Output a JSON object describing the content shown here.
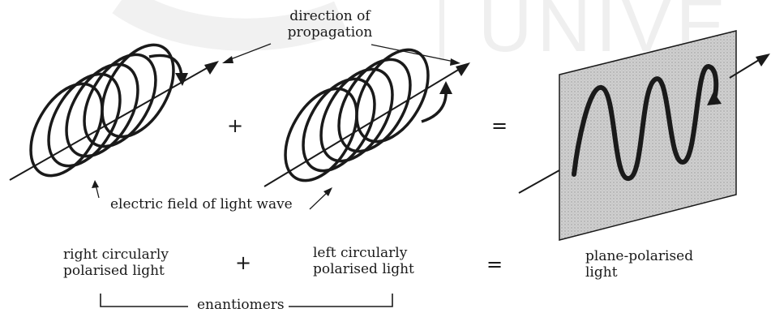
{
  "figure": {
    "watermark_text": "UNIVE",
    "top_label_line1": "direction of",
    "top_label_line2": "propagation",
    "electric_field_label": "electric field of light wave",
    "operators": {
      "plus_top": "+",
      "equals_top": "=",
      "plus_bottom": "+",
      "equals_bottom": "="
    },
    "right_label_line1": "right circularly",
    "right_label_line2": "polarised light",
    "left_label_line1": "left circularly",
    "left_label_line2": "polarised light",
    "plane_label_line1": "plane-polarised",
    "plane_label_line2": "light",
    "enantiomers_label": "enantiomers"
  },
  "colors": {
    "ink": "#1a1a1a",
    "plane_fill": "#c9c9c9",
    "watermark": "#efefef"
  }
}
